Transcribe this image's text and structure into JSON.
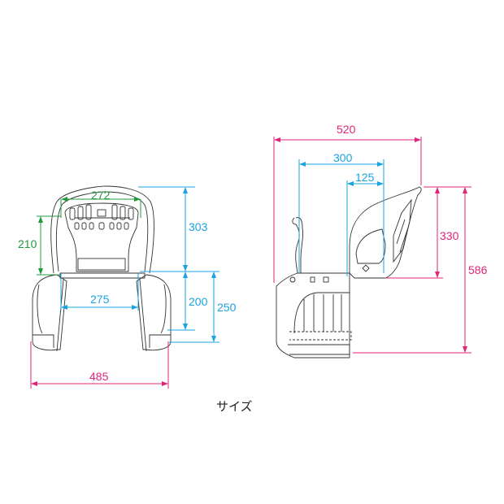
{
  "caption": "サイズ",
  "colors": {
    "outline": "#333333",
    "blue_dimension": "#1aa3e0",
    "green_dimension": "#1f9a3e",
    "pink_dimension": "#e0247a"
  },
  "front_view": {
    "dimensions": {
      "backrest_inner_width": "272",
      "backrest_height_inner": "210",
      "backrest_height": "303",
      "footrest_inner_width": "275",
      "seat_to_foot_height": "200",
      "seat_to_bottom_height": "250",
      "overall_width": "485"
    }
  },
  "side_view": {
    "dimensions": {
      "overall_depth": "520",
      "seat_depth": "300",
      "backrest_offset": "125",
      "backrest_height": "330",
      "overall_height": "586"
    }
  }
}
